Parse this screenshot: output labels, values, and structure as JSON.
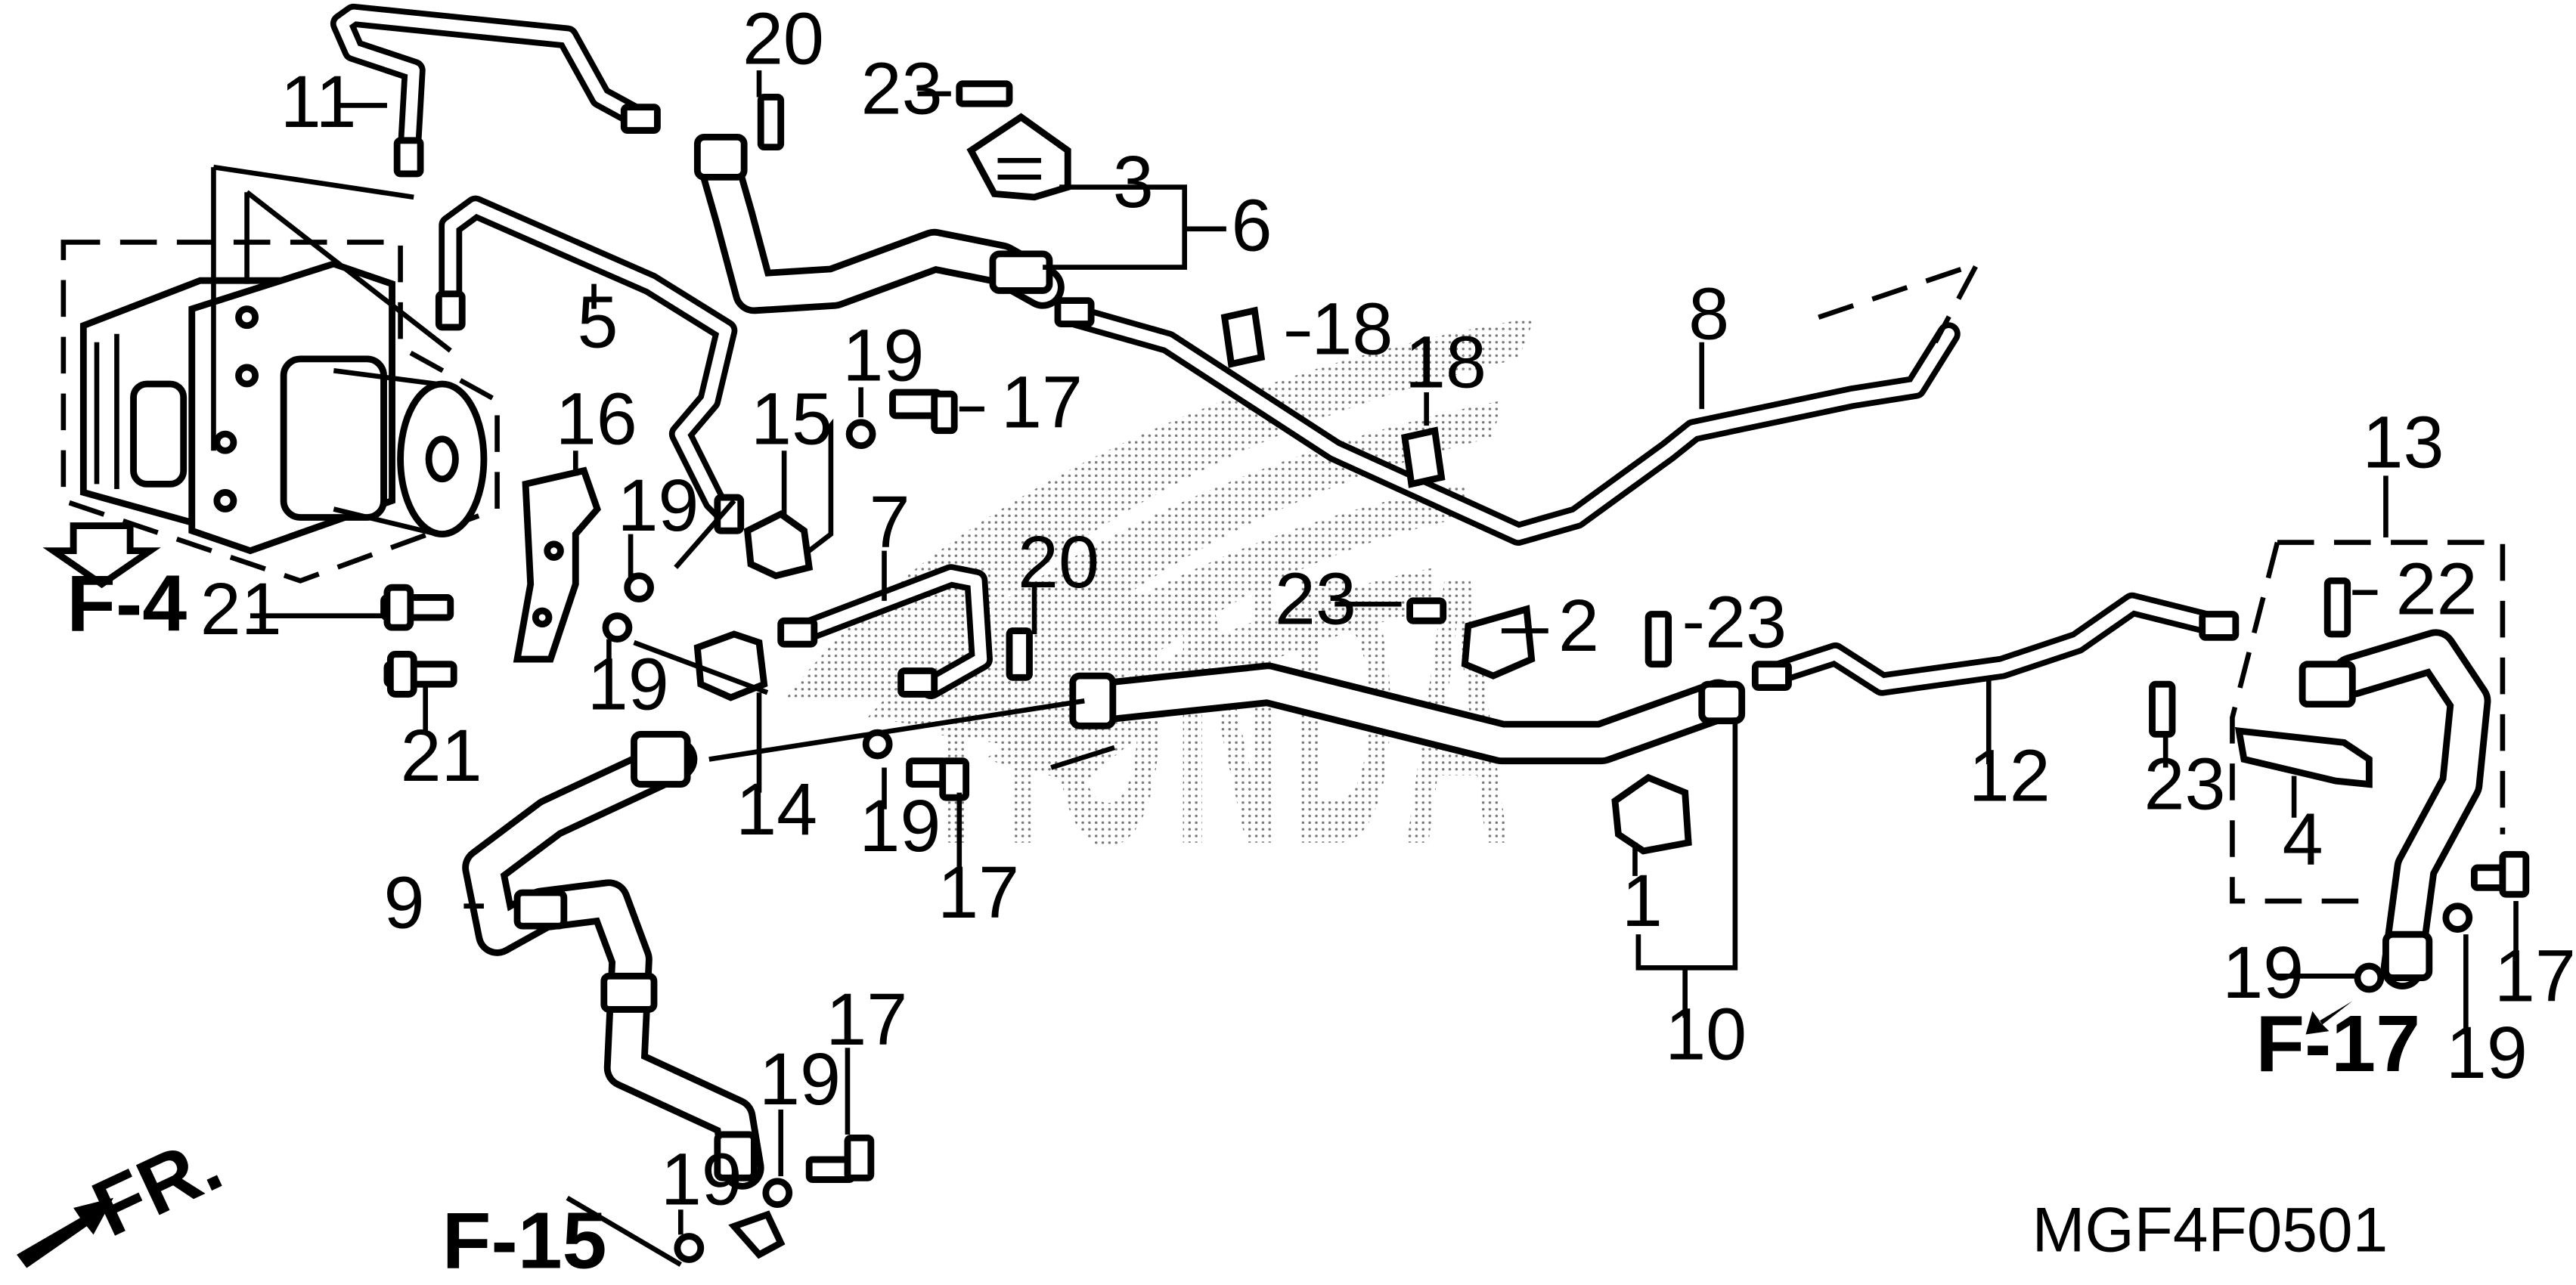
{
  "callouts": {
    "n1": "1",
    "n2": "2",
    "n3": "3",
    "n4": "4",
    "n5": "5",
    "n6": "6",
    "n7": "7",
    "n8": "8",
    "n9": "9",
    "n10": "10",
    "n11": "11",
    "n12": "12",
    "n13": "13",
    "n14": "14",
    "n15": "15",
    "n16": "16",
    "n17a": "17",
    "n17b": "17",
    "n17c": "17",
    "n17d": "17",
    "n18a": "18",
    "n18b": "18",
    "n19a": "19",
    "n19b": "19",
    "n19c": "19",
    "n19d": "19",
    "n19e": "19",
    "n19f": "19",
    "n19g": "19",
    "n19h": "19",
    "n20a": "20",
    "n20b": "20",
    "n21a": "21",
    "n21b": "21",
    "n22": "22",
    "n23a": "23",
    "n23b": "23",
    "n23c": "23",
    "n23d": "23"
  },
  "references": {
    "f4": "F-4",
    "f15": "F-15",
    "f17": "F-17",
    "front": "FR."
  },
  "watermark": "HONDA",
  "diagram_code": "MGF4F0501"
}
